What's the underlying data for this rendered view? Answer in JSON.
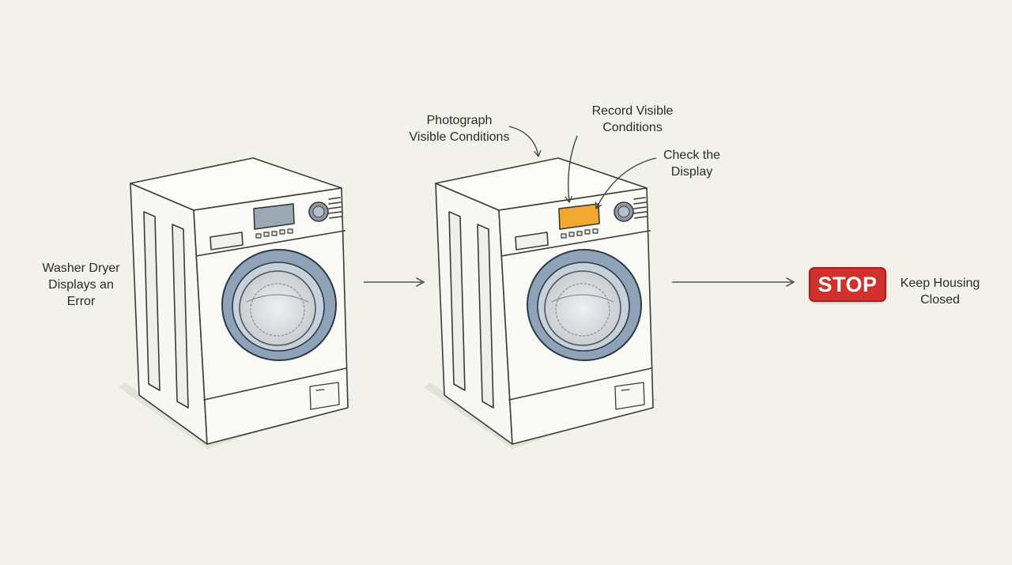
{
  "labels": {
    "step1": "Washer Dryer\nDisplays an\nError",
    "photograph": "Photograph\nVisible Conditions",
    "record": "Record Visible\nConditions",
    "check": "Check the\nDisplay",
    "stop_sign": "STOP",
    "keep_closed": "Keep Housing\nClosed"
  },
  "icons": [
    "washer-dryer-icon",
    "washer-dryer-icon",
    "stop-sign-icon",
    "arrow-right-icon",
    "curved-arrow-icon"
  ],
  "colors": {
    "background": "#f2f1ea",
    "stop_red": "#d0312d",
    "display_gray": "#9aa7b5",
    "display_amber": "#f0a830",
    "door_blue": "#8fa3b8"
  }
}
